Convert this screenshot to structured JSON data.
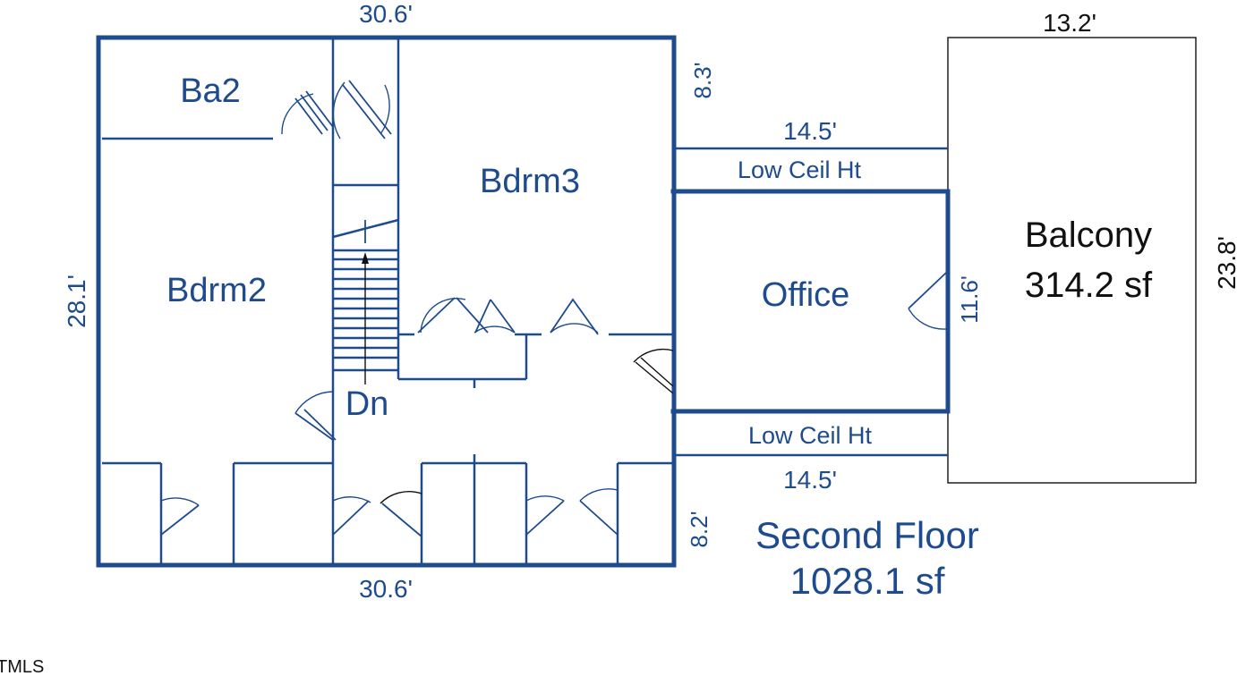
{
  "colors": {
    "plan": "#1e4b8e",
    "balcony_outline": "#111111",
    "background": "#ffffff"
  },
  "dims": {
    "top": "30.6'",
    "bottom": "30.6'",
    "left": "28.1'",
    "right_top": "8.3'",
    "right_bottom": "8.2'",
    "office_top": "14.5'",
    "office_bottom": "14.5'",
    "office_side": "11.6'",
    "balcony_width": "13.2'",
    "balcony_height": "23.8'"
  },
  "rooms": {
    "ba2": "Ba2",
    "bdrm2": "Bdrm2",
    "bdrm3": "Bdrm3",
    "office": "Office",
    "low_ceil_top": "Low Ceil Ht",
    "low_ceil_bottom": "Low Ceil Ht",
    "stairs_down": "Dn",
    "balcony_name": "Balcony",
    "balcony_area": "314.2 sf"
  },
  "floor": {
    "name": "Second Floor",
    "area": "1028.1 sf"
  },
  "watermark": "TMLS"
}
